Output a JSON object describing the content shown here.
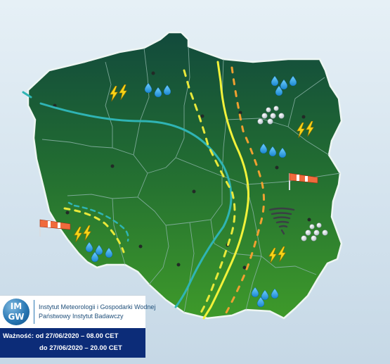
{
  "institute": {
    "logo_top": "IM",
    "logo_bottom": "GW",
    "name_line1": "Instytut Meteorologii i Gospodarki Wodnej",
    "name_line2": "Państwowy Instytut Badawczy"
  },
  "validity": {
    "line1": "Ważność: od 27/06/2020 – 08.00 CET",
    "line2": "do 27/06/2020 – 20.00 CET"
  },
  "colors": {
    "land_top": "#124a3c",
    "land_bottom": "#3e9a2a",
    "front_line": "#f2f23a",
    "convergence_dashes": "#f0a030",
    "cold_front_dashes": "#e8e83a",
    "trough_line": "#2fb4b4",
    "institute_banner": "#0c2c78"
  },
  "legend_icons": [
    "lightning-icon",
    "rain-drops-icon",
    "hail-icon",
    "windsock-icon",
    "tornado-icon"
  ]
}
